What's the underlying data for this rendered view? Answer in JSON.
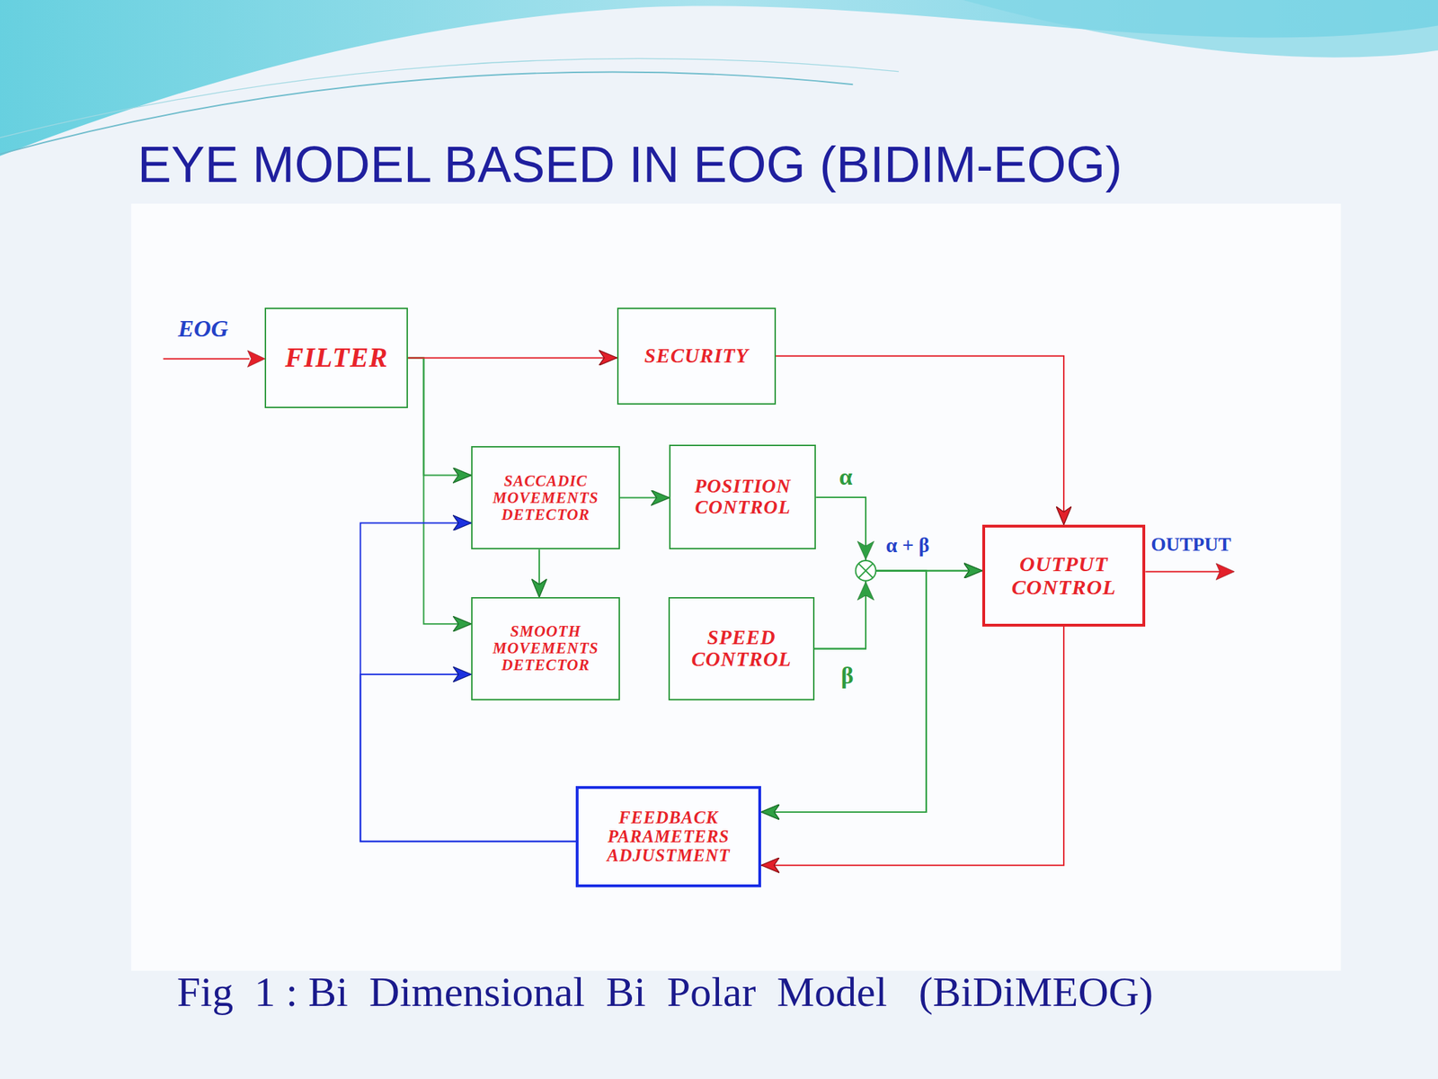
{
  "diagram": {
    "title": "EYE MODEL BASED IN EOG (BIDIM-EOG)",
    "caption": "Fig  1 : Bi  Dimensional  Bi  Polar  Model   (BiDiMEOG)",
    "nodes": [
      {
        "text": [
          "FILTER"
        ]
      },
      {
        "text": [
          "SECURITY"
        ]
      },
      {
        "text": [
          "SACCADIC MOVEMENTS DETECTOR"
        ]
      },
      {
        "text": [
          "POSITION CONTROL"
        ]
      },
      {
        "text": [
          "SMOOTH MOVEMENTS DETECTOR"
        ]
      },
      {
        "text": [
          "SPEED CONTROL"
        ]
      },
      {
        "text": [
          "OUTPUT CONTROL"
        ]
      },
      {
        "text": [
          "FEEDBACK PARAMETERS ADJUSTMENT"
        ]
      }
    ],
    "edges": [
      {
        "from": 0,
        "to": 2,
        "arrow": "to"
      },
      {
        "from": 0,
        "to": 4,
        "arrow": "to"
      },
      {
        "from": 0,
        "to": 1,
        "arrow": "to"
      },
      {
        "from": 1,
        "to": 6,
        "arrow": "to"
      },
      {
        "from": 2,
        "to": 3,
        "arrow": "to"
      },
      {
        "from": 2,
        "to": 4,
        "arrow": "to"
      },
      {
        "from": 3,
        "to": 6,
        "arrow": "to"
      },
      {
        "from": 5,
        "to": 6,
        "arrow": "to"
      },
      {
        "from": 3,
        "to": 7,
        "arrow": "to"
      },
      {
        "from": 5,
        "to": 7,
        "arrow": "to"
      },
      {
        "from": 6,
        "to": 7,
        "arrow": "to"
      },
      {
        "from": 7,
        "to": 2,
        "arrow": "to"
      },
      {
        "from": 7,
        "to": 4,
        "arrow": "to"
      }
    ],
    "labels": [
      "EOG",
      "α",
      "α + β",
      "β",
      "OUTPUT"
    ]
  }
}
